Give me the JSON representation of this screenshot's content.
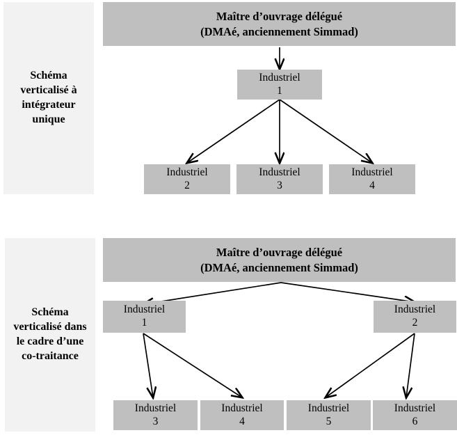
{
  "diagrams": [
    {
      "id": "integrateur-unique",
      "side_label": "Schéma verticalisé à intégrateur unique",
      "side_label_lines": [
        "Schéma",
        "verticalisé",
        "à",
        "intégrateur",
        "unique"
      ],
      "header": {
        "line1": "Maître d’ouvrage délégué",
        "line2": "(DMAé, anciennement Simmad)"
      },
      "nodes": [
        {
          "label": "Industriel",
          "number": "1"
        },
        {
          "label": "Industriel",
          "number": "2"
        },
        {
          "label": "Industriel",
          "number": "3"
        },
        {
          "label": "Industriel",
          "number": "4"
        }
      ],
      "edges": [
        {
          "from": "header",
          "to": "Industriel 1"
        },
        {
          "from": "Industriel 1",
          "to": "Industriel 2"
        },
        {
          "from": "Industriel 1",
          "to": "Industriel 3"
        },
        {
          "from": "Industriel 1",
          "to": "Industriel 4"
        }
      ]
    },
    {
      "id": "co-traitance",
      "side_label": "Schéma verticalisé dans le cadre d’une co-traitance",
      "side_label_lines": [
        "Schéma",
        "verticalisé",
        "dans le",
        "cadre",
        "d’une co-",
        "traitance"
      ],
      "header": {
        "line1": "Maître d’ouvrage délégué",
        "line2": "(DMAé, anciennement Simmad)"
      },
      "nodes": [
        {
          "label": "Industriel",
          "number": "1"
        },
        {
          "label": "Industriel",
          "number": "2"
        },
        {
          "label": "Industriel",
          "number": "3"
        },
        {
          "label": "Industriel",
          "number": "4"
        },
        {
          "label": "Industriel",
          "number": "5"
        },
        {
          "label": "Industriel",
          "number": "6"
        }
      ],
      "edges": [
        {
          "from": "header",
          "to": "Industriel 1"
        },
        {
          "from": "header",
          "to": "Industriel 2"
        },
        {
          "from": "Industriel 1",
          "to": "Industriel 3"
        },
        {
          "from": "Industriel 1",
          "to": "Industriel 4"
        },
        {
          "from": "Industriel 2",
          "to": "Industriel 5"
        },
        {
          "from": "Industriel 2",
          "to": "Industriel 6"
        }
      ]
    }
  ],
  "colors": {
    "node_fill": "#bfbfbf",
    "side_panel_fill": "#f2f2f2",
    "arrow": "#000000",
    "text": "#000000",
    "background": "#ffffff"
  }
}
